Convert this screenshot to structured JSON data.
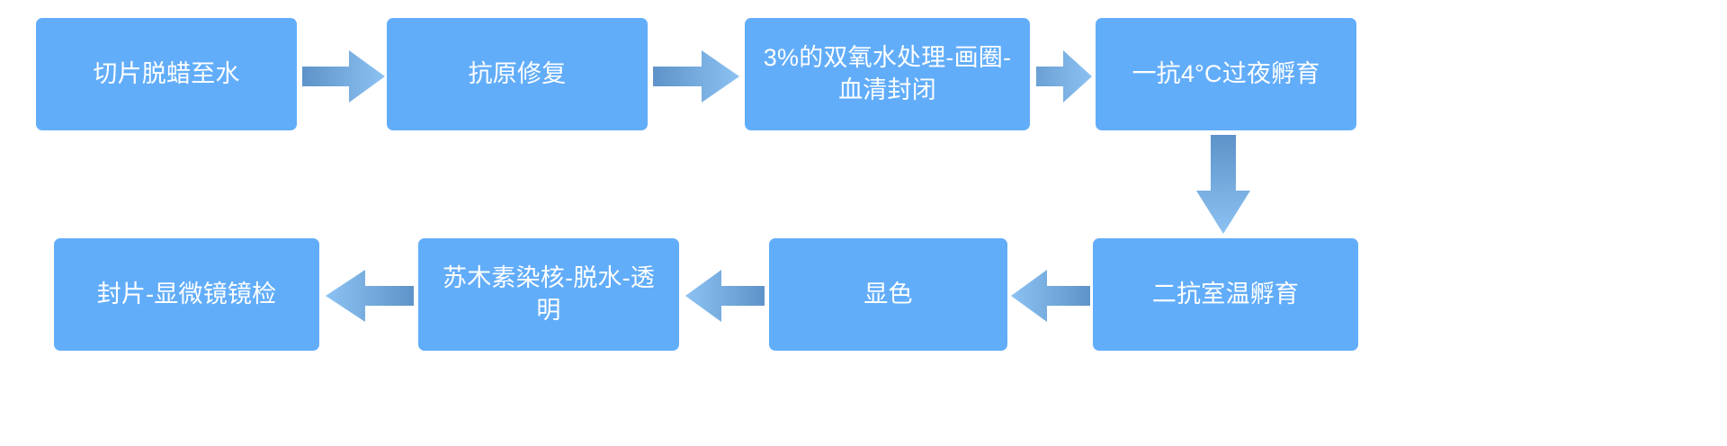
{
  "diagram": {
    "title": "",
    "type": "process-flowchart",
    "orientation": "serpentine",
    "colors": {
      "node_fill": "#62ADFA",
      "node_text": "#FFFFFF",
      "arrow_light": "#7FB9EC",
      "arrow_dark": "#5E93C9",
      "background": "#FFFFFF"
    },
    "nodes": [
      {
        "id": "n1",
        "label": "切片脱蜡至水",
        "order": 1,
        "row": "top"
      },
      {
        "id": "n2",
        "label": "抗原修复",
        "order": 2,
        "row": "top"
      },
      {
        "id": "n3",
        "label": "3%的双氧水处理-画圈-\n血清封闭",
        "order": 3,
        "row": "top"
      },
      {
        "id": "n4",
        "label": "一抗4°C过夜孵育",
        "order": 4,
        "row": "top"
      },
      {
        "id": "n5",
        "label": "二抗室温孵育",
        "order": 5,
        "row": "bottom"
      },
      {
        "id": "n6",
        "label": "显色",
        "order": 6,
        "row": "bottom"
      },
      {
        "id": "n7",
        "label": "苏木素染核-脱水-透\n明",
        "order": 7,
        "row": "bottom"
      },
      {
        "id": "n8",
        "label": "封片-显微镜镜检",
        "order": 8,
        "row": "bottom"
      }
    ],
    "connectors": [
      {
        "id": "a1",
        "from": "n1",
        "to": "n2",
        "direction": "right"
      },
      {
        "id": "a2",
        "from": "n2",
        "to": "n3",
        "direction": "right"
      },
      {
        "id": "a3",
        "from": "n3",
        "to": "n4",
        "direction": "right"
      },
      {
        "id": "a4",
        "from": "n4",
        "to": "n5",
        "direction": "down"
      },
      {
        "id": "a5",
        "from": "n5",
        "to": "n6",
        "direction": "left"
      },
      {
        "id": "a6",
        "from": "n6",
        "to": "n7",
        "direction": "left"
      },
      {
        "id": "a7",
        "from": "n7",
        "to": "n8",
        "direction": "left"
      }
    ]
  }
}
